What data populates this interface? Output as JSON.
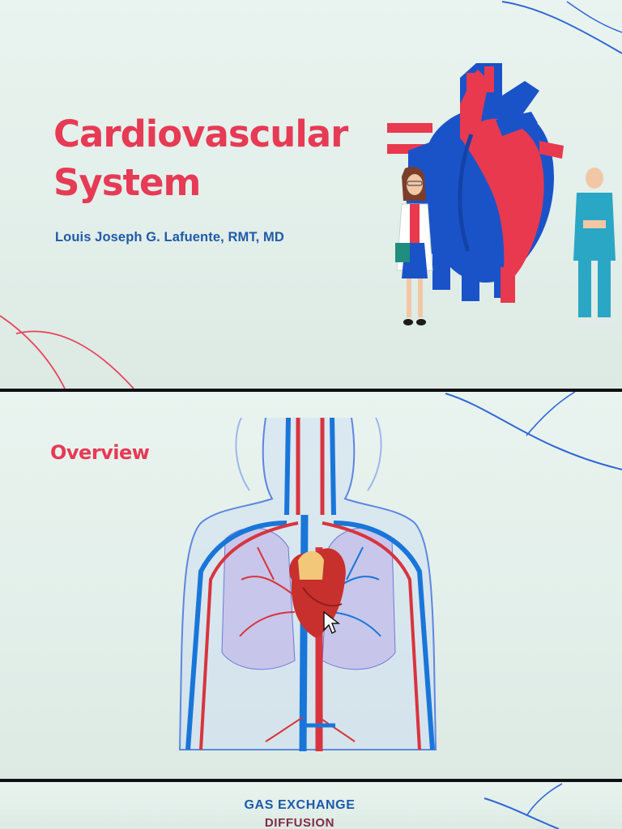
{
  "slides": [
    {
      "title": "Cardiovascular System",
      "subtitle": "Louis Joseph G. Lafuente, RMT, MD"
    },
    {
      "title": "Overview"
    },
    {
      "lines": [
        "GAS EXCHANGE",
        "DIFFUSION"
      ]
    }
  ],
  "colors": {
    "title_red": "#e63a55",
    "author_blue": "#1f5aa9",
    "artery_red": "#e8394f",
    "vein_blue": "#1a53c8",
    "background": "#e6f1ec"
  },
  "icons": {
    "slide_1": [
      "heart-illustration",
      "doctor-female-icon",
      "nurse-male-icon"
    ],
    "slide_2": [
      "circulatory-system-illustration",
      "mouse-cursor-icon"
    ]
  }
}
